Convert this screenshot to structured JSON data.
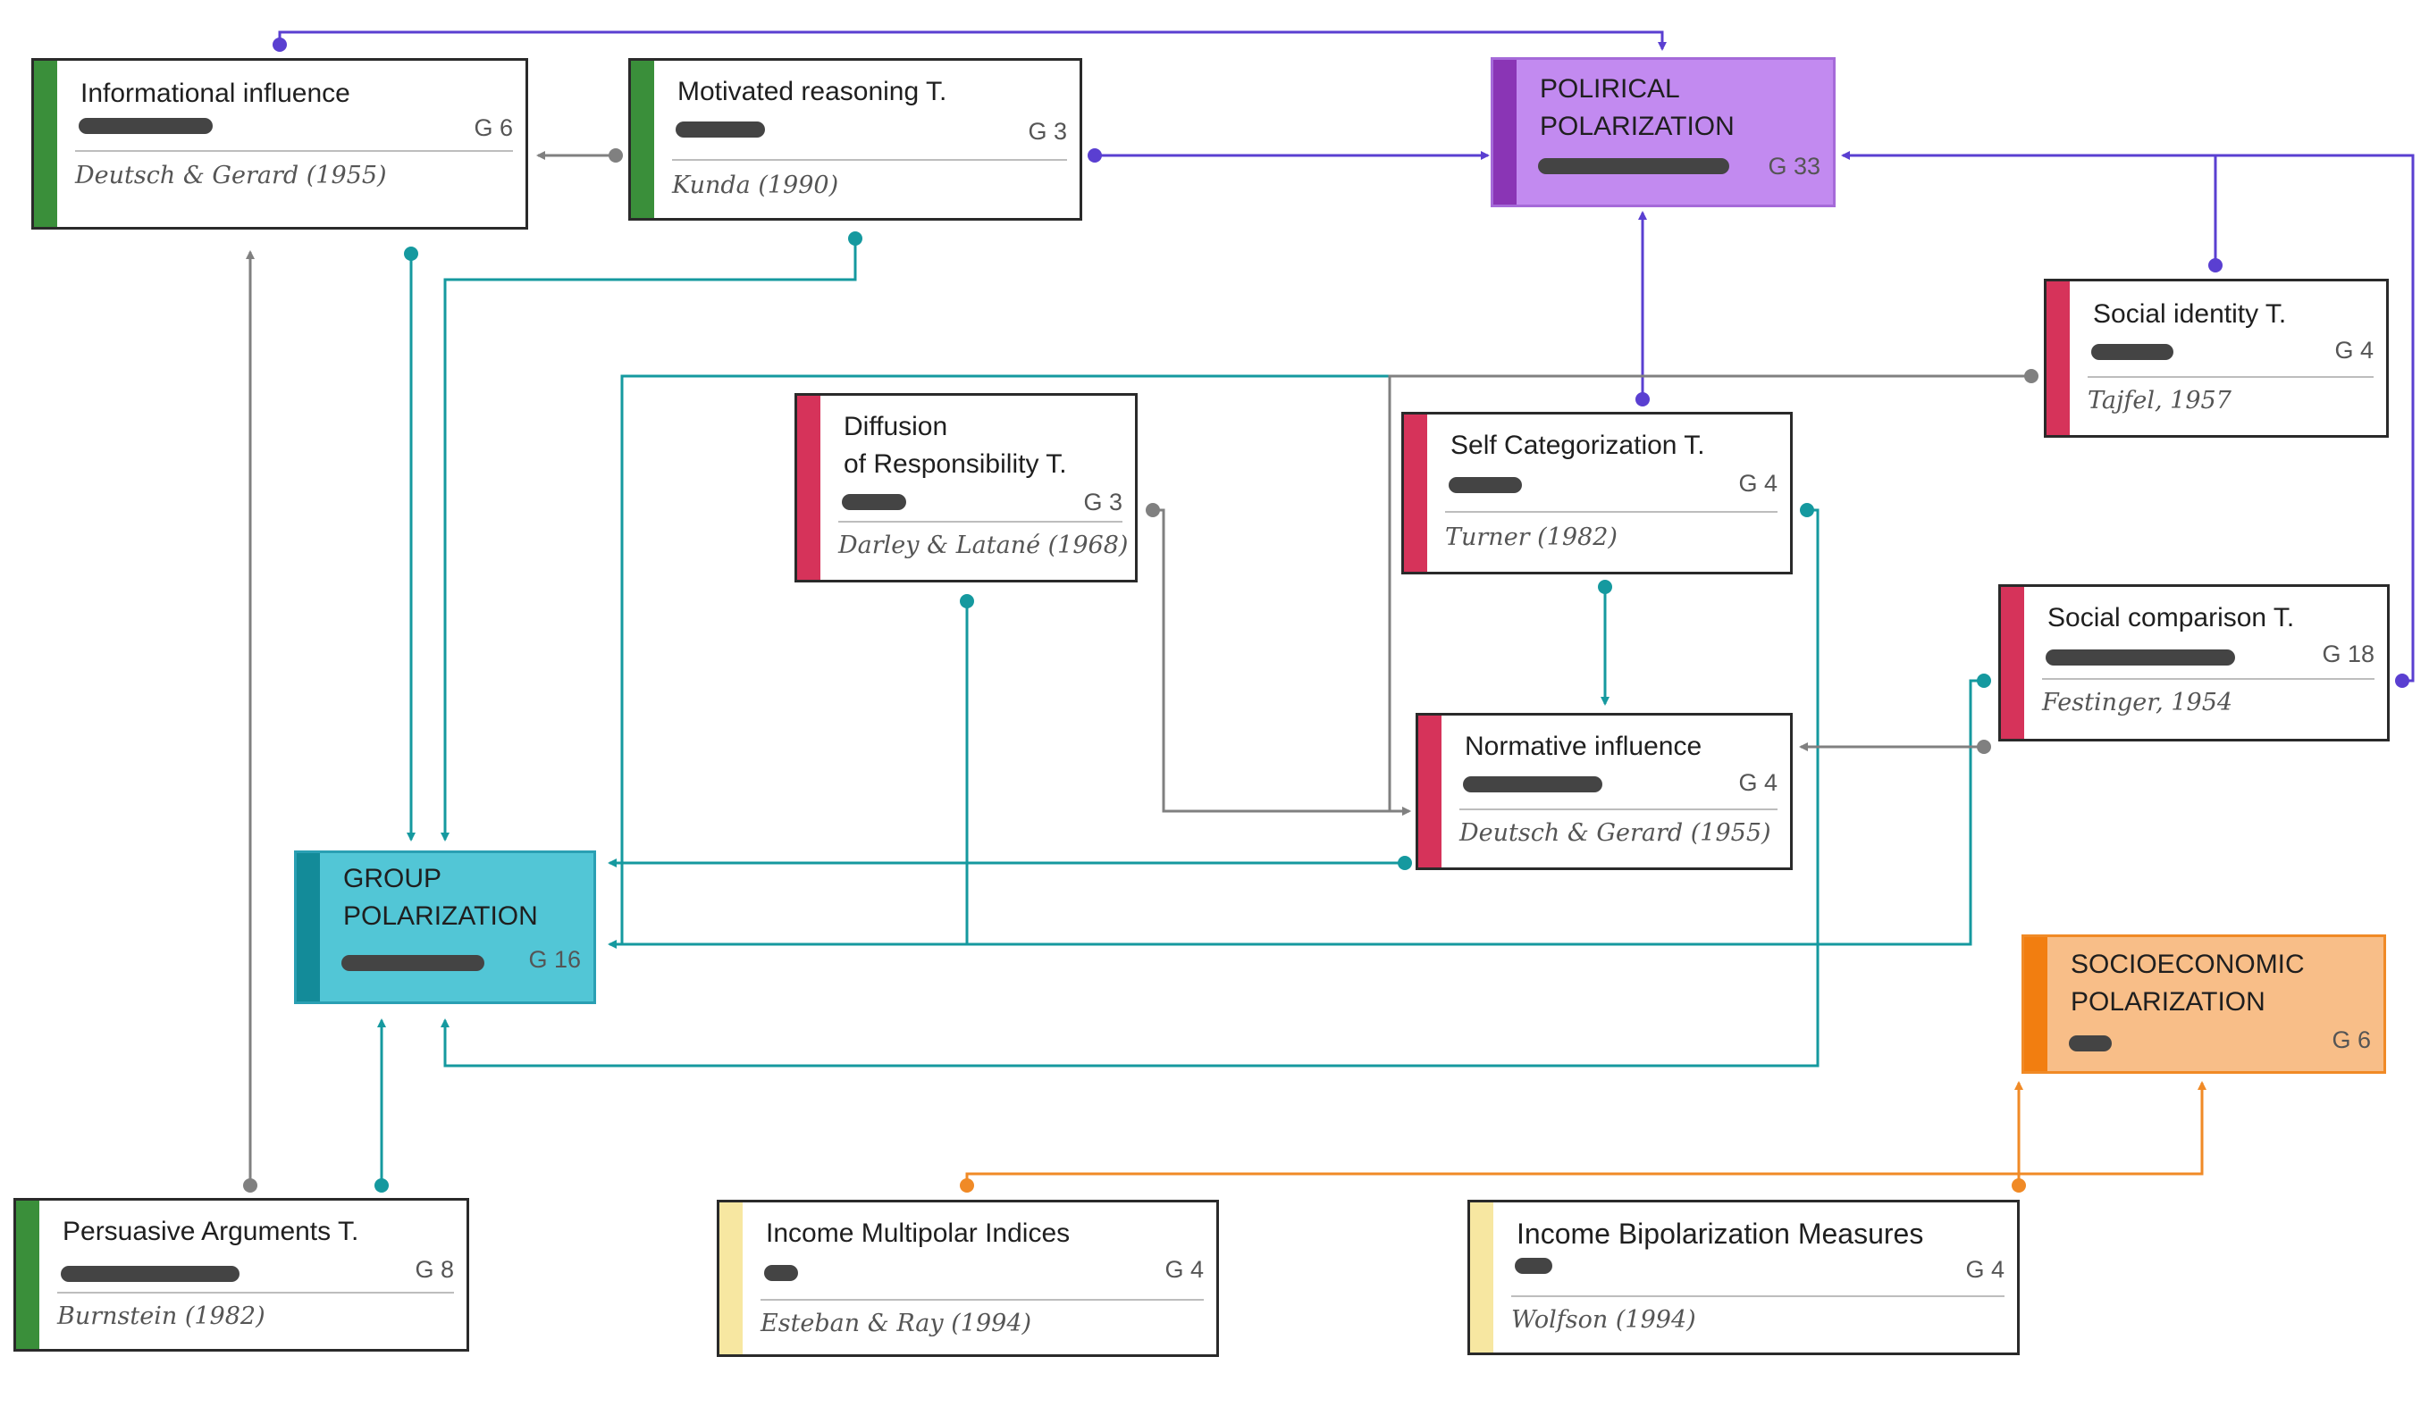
{
  "colors": {
    "purple_link": "#5a3fd1",
    "teal_link": "#15999f",
    "gray_link": "#808080",
    "orange_link": "#f08a26",
    "accent_green": "#3a8f3a",
    "accent_red": "#d6335a",
    "accent_yellow": "#f7e7a1",
    "accent_purple": "#8a35b5",
    "accent_teal": "#138b99",
    "accent_orange": "#f27e10"
  },
  "nodes": {
    "informational": {
      "title": "Informational influence",
      "count": "G 6",
      "cite": "Deutsch & Gerard (1955)"
    },
    "motivated": {
      "title": "Motivated reasoning T.",
      "count": "G 3",
      "cite": "Kunda (1990)"
    },
    "political": {
      "title": "POLIRICAL\nPOLARIZATION",
      "count": "G 33"
    },
    "social_identity": {
      "title": "Social identity T.",
      "count": "G 4",
      "cite": "Tajfel, 1957"
    },
    "diffusion": {
      "title": "Diffusion\nof Responsibility T.",
      "count": "G 3",
      "cite": "Darley & Latané (1968)"
    },
    "self_cat": {
      "title": "Self Categorization T.",
      "count": "G 4",
      "cite": "Turner (1982)"
    },
    "social_comp": {
      "title": "Social comparison T.",
      "count": "G 18",
      "cite": "Festinger, 1954"
    },
    "normative": {
      "title": "Normative influence",
      "count": "G 4",
      "cite": "Deutsch & Gerard (1955)"
    },
    "group": {
      "title": "GROUP\nPOLARIZATION",
      "count": "G 16"
    },
    "socioeconomic": {
      "title": "SOCIOECONOMIC\nPOLARIZATION",
      "count": "G 6"
    },
    "persuasive": {
      "title": "Persuasive Arguments T.",
      "count": "G 8",
      "cite": "Burnstein (1982)"
    },
    "multipolar": {
      "title": "Income Multipolar Indices",
      "count": "G 4",
      "cite": "Esteban & Ray (1994)"
    },
    "bipolar": {
      "title": "Income Bipolarization Measures",
      "count": "G 4",
      "cite": "Wolfson (1994)"
    }
  }
}
